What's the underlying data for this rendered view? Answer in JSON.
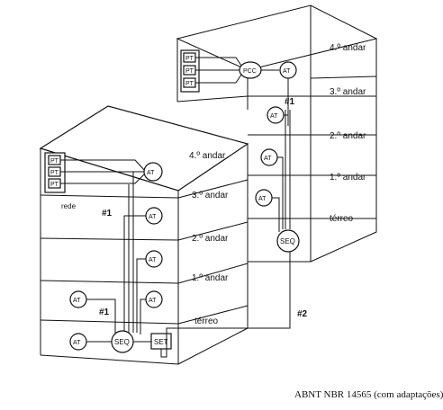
{
  "floors": {
    "floor4": "4.º andar",
    "floor3": "3.º andar",
    "floor2": "2.º andar",
    "floor1": "1.º andar",
    "ground": "térreo"
  },
  "nodes": {
    "pt": "PT",
    "at": "AT",
    "pcc": "PCC",
    "seq": "SEQ",
    "set": "SET"
  },
  "labels": {
    "rede": "rede",
    "link1": "#1",
    "link2": "#2"
  },
  "caption": "ABNT NBR 14565 (com adaptações)."
}
